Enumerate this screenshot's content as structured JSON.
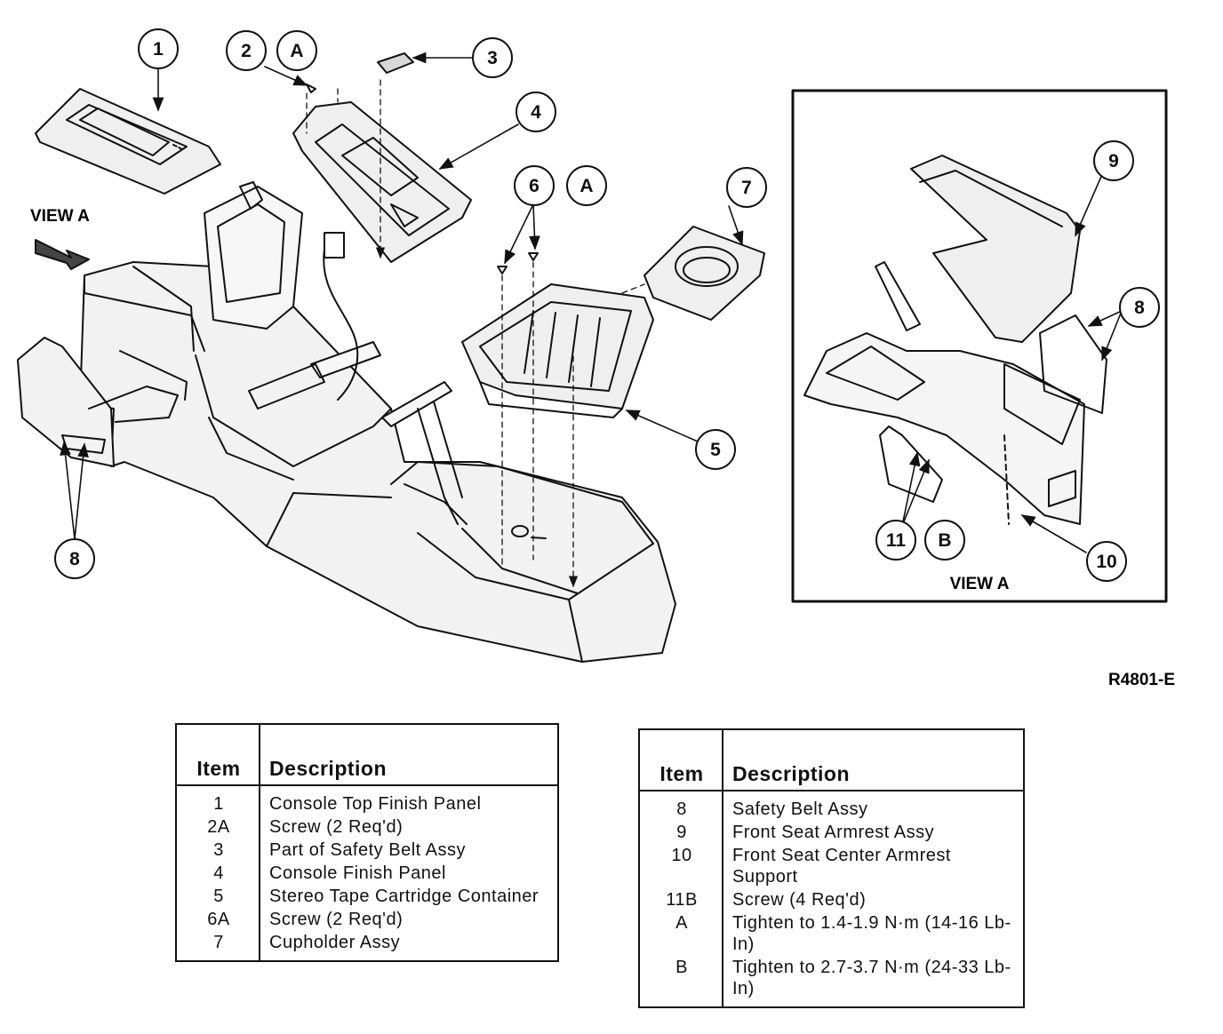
{
  "figure_code": "R4801-E",
  "view_a_label_main": "VIEW A",
  "view_a_label_inset": "VIEW A",
  "callouts": {
    "c1": "1",
    "c2": "2",
    "cA1": "A",
    "c3": "3",
    "c4": "4",
    "c6": "6",
    "cA2": "A",
    "c7": "7",
    "c5": "5",
    "c8_main": "8",
    "c9": "9",
    "c8_inset": "8",
    "c11": "11",
    "cB": "B",
    "c10": "10"
  },
  "legend_left": {
    "header_item": "Item",
    "header_desc": "Description",
    "rows": [
      {
        "item": "1",
        "desc": "Console Top Finish Panel"
      },
      {
        "item": "2A",
        "desc": "Screw (2 Req'd)"
      },
      {
        "item": "3",
        "desc": "Part of Safety Belt Assy"
      },
      {
        "item": "4",
        "desc": "Console Finish Panel"
      },
      {
        "item": "5",
        "desc": "Stereo Tape Cartridge Container"
      },
      {
        "item": "6A",
        "desc": "Screw (2 Req'd)"
      },
      {
        "item": "7",
        "desc": "Cupholder Assy"
      }
    ]
  },
  "legend_right": {
    "header_item": "Item",
    "header_desc": "Description",
    "rows": [
      {
        "item": "8",
        "desc": "Safety Belt Assy"
      },
      {
        "item": "9",
        "desc": "Front Seat Armrest Assy"
      },
      {
        "item": "10",
        "desc": "Front Seat Center Armrest Support"
      },
      {
        "item": "11B",
        "desc": "Screw (4 Req'd)"
      },
      {
        "item": "A",
        "desc": "Tighten to 1.4-1.9 N·m (14-16 Lb-In)"
      },
      {
        "item": "B",
        "desc": "Tighten to 2.7-3.7 N·m (24-33 Lb-In)"
      }
    ]
  }
}
